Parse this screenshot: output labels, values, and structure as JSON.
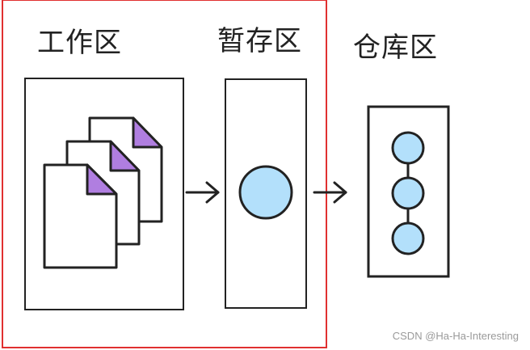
{
  "diagram": {
    "labels": {
      "working_area": "工作区",
      "staging_area": "暂存区",
      "repository": "仓库区"
    },
    "colors": {
      "highlight_border": "#e03030",
      "box_stroke": "#222222",
      "node_fill": "#b3e0fb",
      "file_corner": "#b07ee0"
    },
    "icons": [
      "file-icon",
      "file-icon",
      "file-icon",
      "arrow-right-icon",
      "arrow-right-icon"
    ]
  },
  "watermark": "CSDN @Ha-Ha-Interesting"
}
